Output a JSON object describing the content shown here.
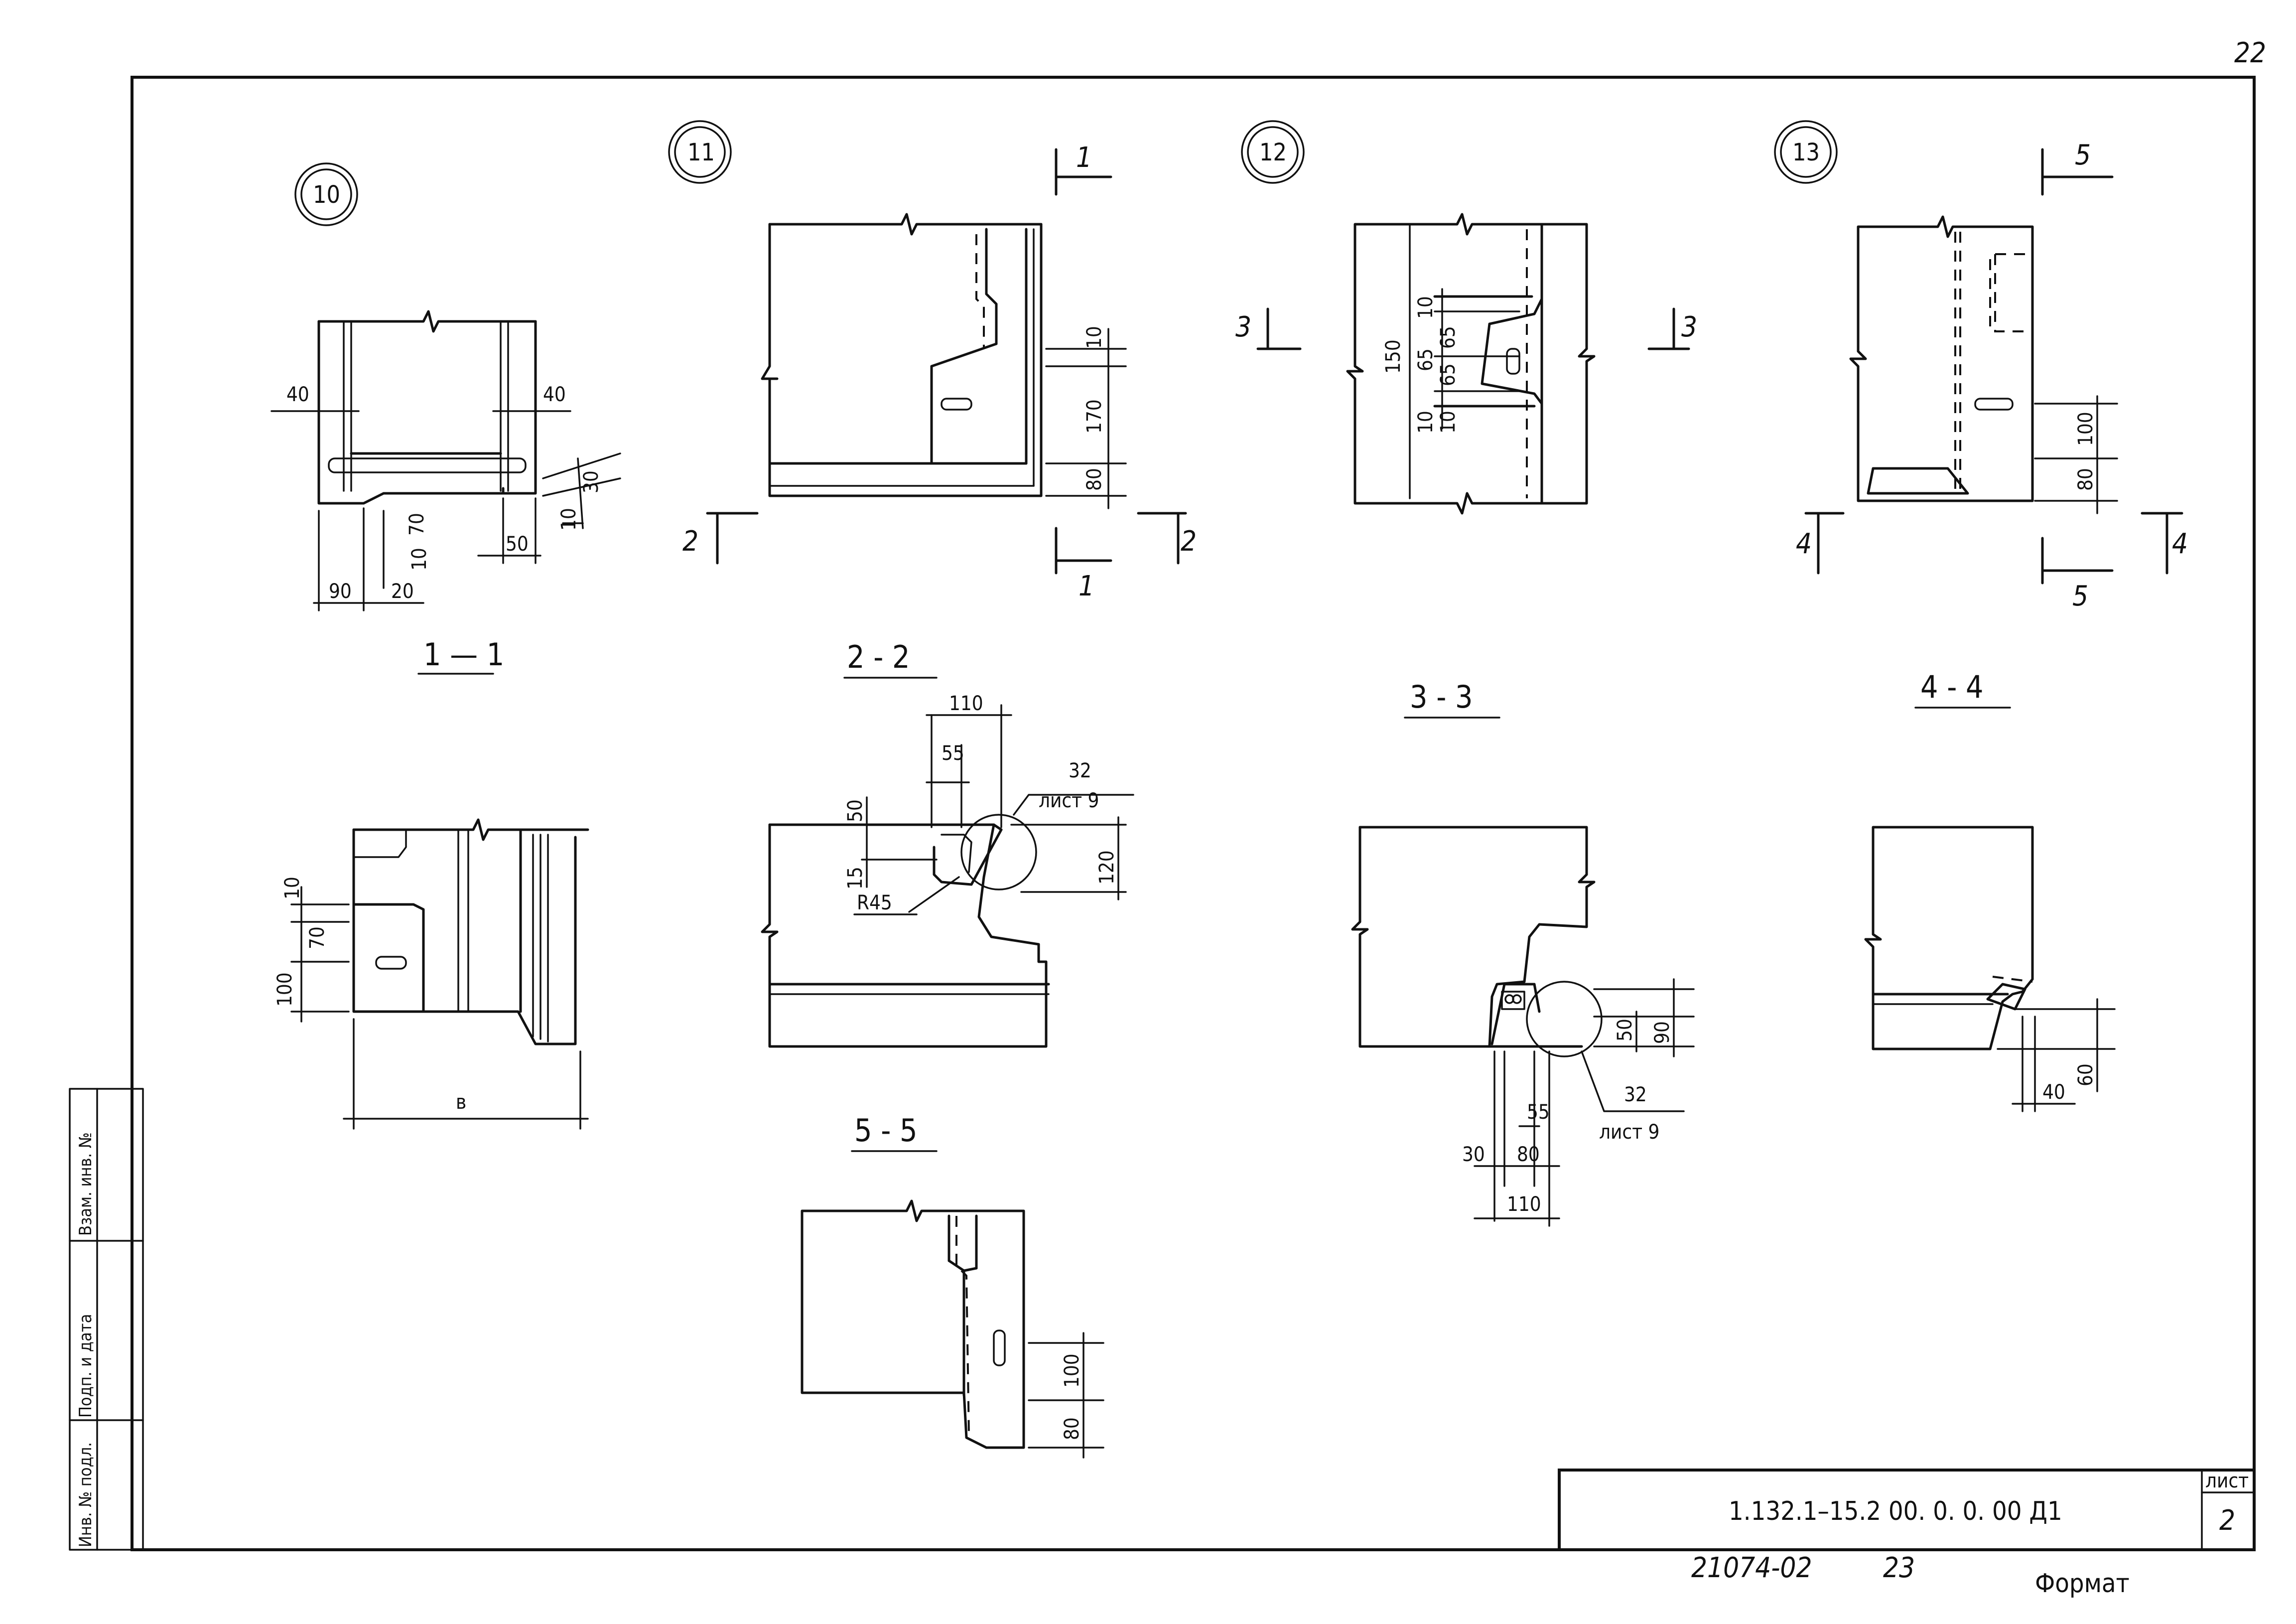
{
  "page_number": "22",
  "nodes": [
    "10",
    "11",
    "12",
    "13"
  ],
  "section_labels": {
    "s1": "1 — 1",
    "s2": "2 - 2",
    "s3": "3 - 3",
    "s4": "4 - 4",
    "s5": "5 - 5"
  },
  "cut_marks": {
    "c1a": "1",
    "c1b": "1",
    "c2a": "2",
    "c2b": "2",
    "c3a": "3",
    "c3b": "3",
    "c4a": "4",
    "c4b": "4",
    "c5a": "5",
    "c5b": "5"
  },
  "dims": {
    "n10_40a": "40",
    "n10_40b": "40",
    "n10_30": "30",
    "n10_10a": "10",
    "n10_70": "70",
    "n10_10b": "10",
    "n10_50": "50",
    "n10_90": "90",
    "n10_20": "20",
    "n11_10": "10",
    "n11_170": "170",
    "n11_80": "80",
    "n12_10a": "10",
    "n12_65a": "65",
    "n12_65b": "65",
    "n12_65c": "65",
    "n12_150": "150",
    "n12_10b": "10",
    "n12_10c": "10",
    "n13_100": "100",
    "n13_80": "80",
    "s1_10": "10",
    "s1_70": "70",
    "s1_100": "100",
    "s1_b": "в",
    "s2_110": "110",
    "s2_55": "55",
    "s2_50": "50",
    "s2_15": "15",
    "s2_120": "120",
    "s2_r45": "R45",
    "s2_ref_num": "32",
    "s2_ref_sheet": "лист 9",
    "s3_50": "50",
    "s3_90": "90",
    "s3_55": "55",
    "s3_30": "30",
    "s3_80": "80",
    "s3_110": "110",
    "s3_ref_num": "32",
    "s3_ref_sheet": "лист 9",
    "s4_40": "40",
    "s4_60": "60",
    "s5_100": "100",
    "s5_80": "80"
  },
  "title_block": {
    "code": "1.132.1–15.2   00. 0. 0. 00 Д1",
    "sheet_label": "лист",
    "sheet_number": "2"
  },
  "side_stamp": {
    "f1": "Инв. № подл.",
    "f2": "Подп. и дата",
    "f3": "Взам. инв. №"
  },
  "bottom": {
    "archive_no": "21074-02",
    "sub_no": "23",
    "format_label": "Формат"
  }
}
